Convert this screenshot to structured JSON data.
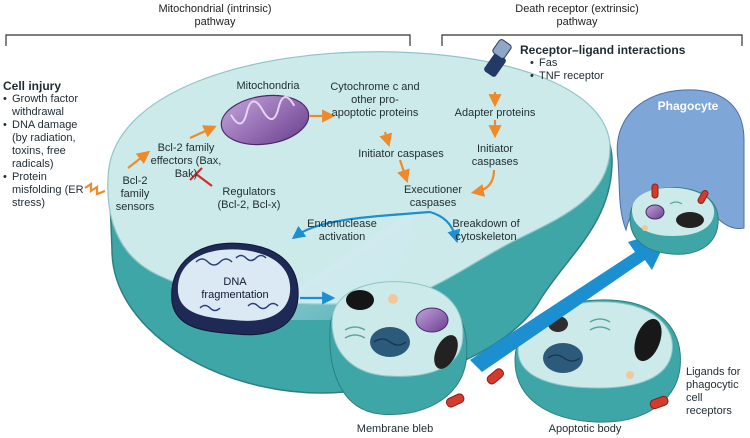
{
  "headers": {
    "intrinsic_title": "Mitochondrial (intrinsic)",
    "intrinsic_sub": "pathway",
    "extrinsic_title": "Death receptor (extrinsic)",
    "extrinsic_sub": "pathway"
  },
  "cell_injury": {
    "title": "Cell injury",
    "causes": [
      "Growth factor withdrawal",
      "DNA damage (by radiation, toxins, free radicals)",
      "Protein misfolding (ER stress)"
    ]
  },
  "receptor": {
    "title": "Receptor–ligand interactions",
    "items": [
      "Fas",
      "TNF receptor"
    ]
  },
  "labels": {
    "bcl2_sensors": "Bcl-2 family sensors",
    "bcl2_effectors": "Bcl-2 family effectors (Bax, Bak)",
    "regulators": "Regulators (Bcl-2, Bcl-x)",
    "mitochondria": "Mitochondria",
    "cytochrome": "Cytochrome c and other pro-apoptotic proteins",
    "initiator_intrinsic": "Initiator caspases",
    "adapter": "Adapter proteins",
    "initiator_extrinsic": "Initiator caspases",
    "executioner": "Executioner caspases",
    "endonuclease": "Endonuclease activation",
    "cytoskeleton": "Breakdown of cytoskeleton",
    "dna_frag": "DNA fragmentation",
    "phagocyte": "Phagocyte",
    "membrane_bleb": "Membrane bleb",
    "apoptotic_body": "Apoptotic body",
    "ligands": "Ligands for phagocytic cell receptors"
  },
  "colors": {
    "arrow_orange": "#ef8a2a",
    "arrow_blue": "#1b8fd0",
    "inhibit_red": "#d42a2a",
    "cytoplasm": "#cdeaea",
    "cell_edge": "#6fb6b8",
    "mitochondria": "#8a5ca8",
    "phagocyte": "#7ea6d6"
  }
}
